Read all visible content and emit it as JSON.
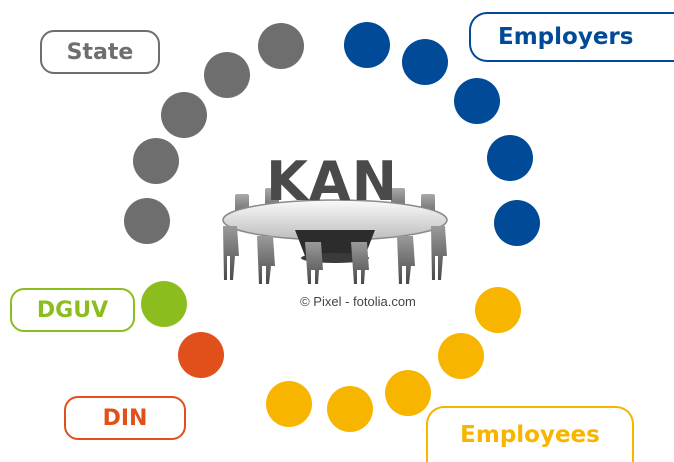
{
  "center": {
    "title": "KAN",
    "credit": "© Pixel - fotolia.com",
    "image_icon": "conference-table-icon"
  },
  "groups": [
    {
      "key": "state",
      "label": "State",
      "color": "#6e6e6e",
      "dots": 5
    },
    {
      "key": "employers",
      "label": "Employers",
      "color": "#004a97",
      "dots": 5
    },
    {
      "key": "employees",
      "label": "Employees",
      "color": "#f7b500",
      "dots": 5
    },
    {
      "key": "din",
      "label": "DIN",
      "color": "#e1501b",
      "dots": 1
    },
    {
      "key": "dguv",
      "label": "DGUV",
      "color": "#8cbd1e",
      "dots": 1
    }
  ]
}
